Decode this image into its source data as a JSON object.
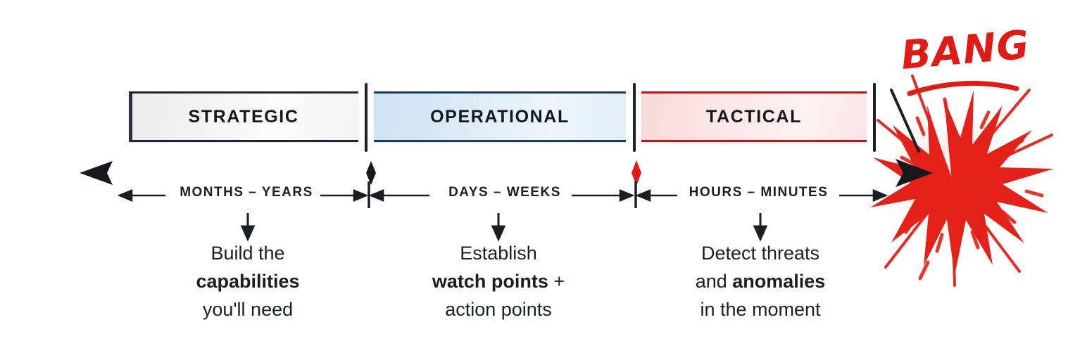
{
  "diagram": {
    "title_word": "BANG",
    "accent_red": "#e01b16",
    "ink": "#1b1f24",
    "phases": [
      {
        "id": "strategic",
        "label": "STRATEGIC",
        "range_label": "MONTHS – YEARS",
        "fill": "#f2f2f2",
        "border": "#20242a",
        "desc_line1": "Build the",
        "desc_line2": "capabilities",
        "desc_line3": "you'll need"
      },
      {
        "id": "operational",
        "label": "OPERATIONAL",
        "range_label": "DAYS – WEEKS",
        "fill": "#dceaf6",
        "border": "#1d3a55",
        "desc_line1": "Establish",
        "desc_line2": "watch points",
        "desc_line2_suffix": " +",
        "desc_line3": "action points"
      },
      {
        "id": "tactical",
        "label": "TACTICAL",
        "range_label": "HOURS – MINUTES",
        "fill": "#fbe6e6",
        "border": "#c2121a",
        "desc_line1": "Detect threats",
        "desc_line2_prefix": "and ",
        "desc_line2": "anomalies",
        "desc_line3": "in the moment"
      }
    ],
    "axis": {
      "left_arrow": "arrow-left",
      "right_arrow": "arrow-right",
      "marker": "diamond-marker",
      "explosion": "explosion-starburst"
    }
  }
}
